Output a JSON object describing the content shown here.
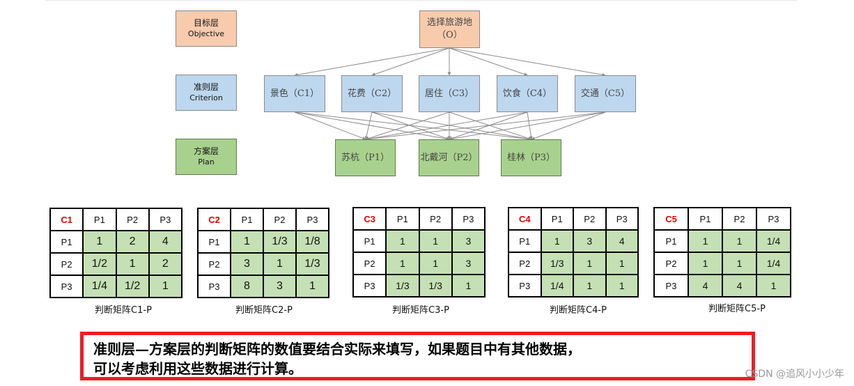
{
  "layers": {
    "objective": {
      "zh": "目标层",
      "en": "Objective"
    },
    "criterion": {
      "zh": "准则层",
      "en": "Criterion"
    },
    "plan": {
      "zh": "方案层",
      "en": "Plan"
    }
  },
  "goal": {
    "name": "选择旅游地",
    "code": "（O）"
  },
  "criteria": [
    "景色（C1）",
    "花费（C2）",
    "居住（C3）",
    "饮食（C4）",
    "交通（C5）"
  ],
  "plans": [
    "苏杭（P1）",
    "北戴河（P2）",
    "桂林（P3）"
  ],
  "matrices": [
    {
      "corner": "C1",
      "cols": [
        "P1",
        "P2",
        "P3"
      ],
      "rows": [
        {
          "h": "P1",
          "v": [
            "1",
            "2",
            "4"
          ]
        },
        {
          "h": "P2",
          "v": [
            "1/2",
            "1",
            "2"
          ]
        },
        {
          "h": "P3",
          "v": [
            "1/4",
            "1/2",
            "1"
          ]
        }
      ],
      "caption": "判断矩阵C1-P"
    },
    {
      "corner": "C2",
      "cols": [
        "P1",
        "P2",
        "P3"
      ],
      "rows": [
        {
          "h": "P1",
          "v": [
            "1",
            "1/3",
            "1/8"
          ]
        },
        {
          "h": "P2",
          "v": [
            "3",
            "1",
            "1/3"
          ]
        },
        {
          "h": "P3",
          "v": [
            "8",
            "3",
            "1"
          ]
        }
      ],
      "caption": "判断矩阵C2-P"
    },
    {
      "corner": "C3",
      "cols": [
        "P1",
        "P2",
        "P3"
      ],
      "rows": [
        {
          "h": "P1",
          "v": [
            "1",
            "1",
            "3"
          ]
        },
        {
          "h": "P2",
          "v": [
            "1",
            "1",
            "3"
          ]
        },
        {
          "h": "P3",
          "v": [
            "1/3",
            "1/3",
            "1"
          ]
        }
      ],
      "caption": "判断矩阵C3-P"
    },
    {
      "corner": "C4",
      "cols": [
        "P1",
        "P2",
        "P3"
      ],
      "rows": [
        {
          "h": "P1",
          "v": [
            "1",
            "3",
            "4"
          ]
        },
        {
          "h": "P2",
          "v": [
            "1/3",
            "1",
            "1"
          ]
        },
        {
          "h": "P3",
          "v": [
            "1/4",
            "1",
            "1"
          ]
        }
      ],
      "caption": "判断矩阵C4-P"
    },
    {
      "corner": "C5",
      "cols": [
        "P1",
        "P2",
        "P3"
      ],
      "rows": [
        {
          "h": "P1",
          "v": [
            "1",
            "1",
            "1/4"
          ]
        },
        {
          "h": "P2",
          "v": [
            "1",
            "1",
            "1/4"
          ]
        },
        {
          "h": "P3",
          "v": [
            "4",
            "4",
            "1"
          ]
        }
      ],
      "caption": "判断矩阵C5-P"
    }
  ],
  "note": {
    "line1": "准则层—方案层的判断矩阵的数值要结合实际来填写，如果题目中有其他数据，",
    "line2": "可以考虑利用这些数据进行计算。"
  },
  "watermark": "CSDN @追风小小少年",
  "colors": {
    "objective_fill": "#f8cbad",
    "criterion_fill": "#bdd7ee",
    "plan_fill": "#a9d18e",
    "matrix_cell_fill": "#c5e0b4",
    "corner_text": "#e00000",
    "note_border": "#ee1c25"
  }
}
